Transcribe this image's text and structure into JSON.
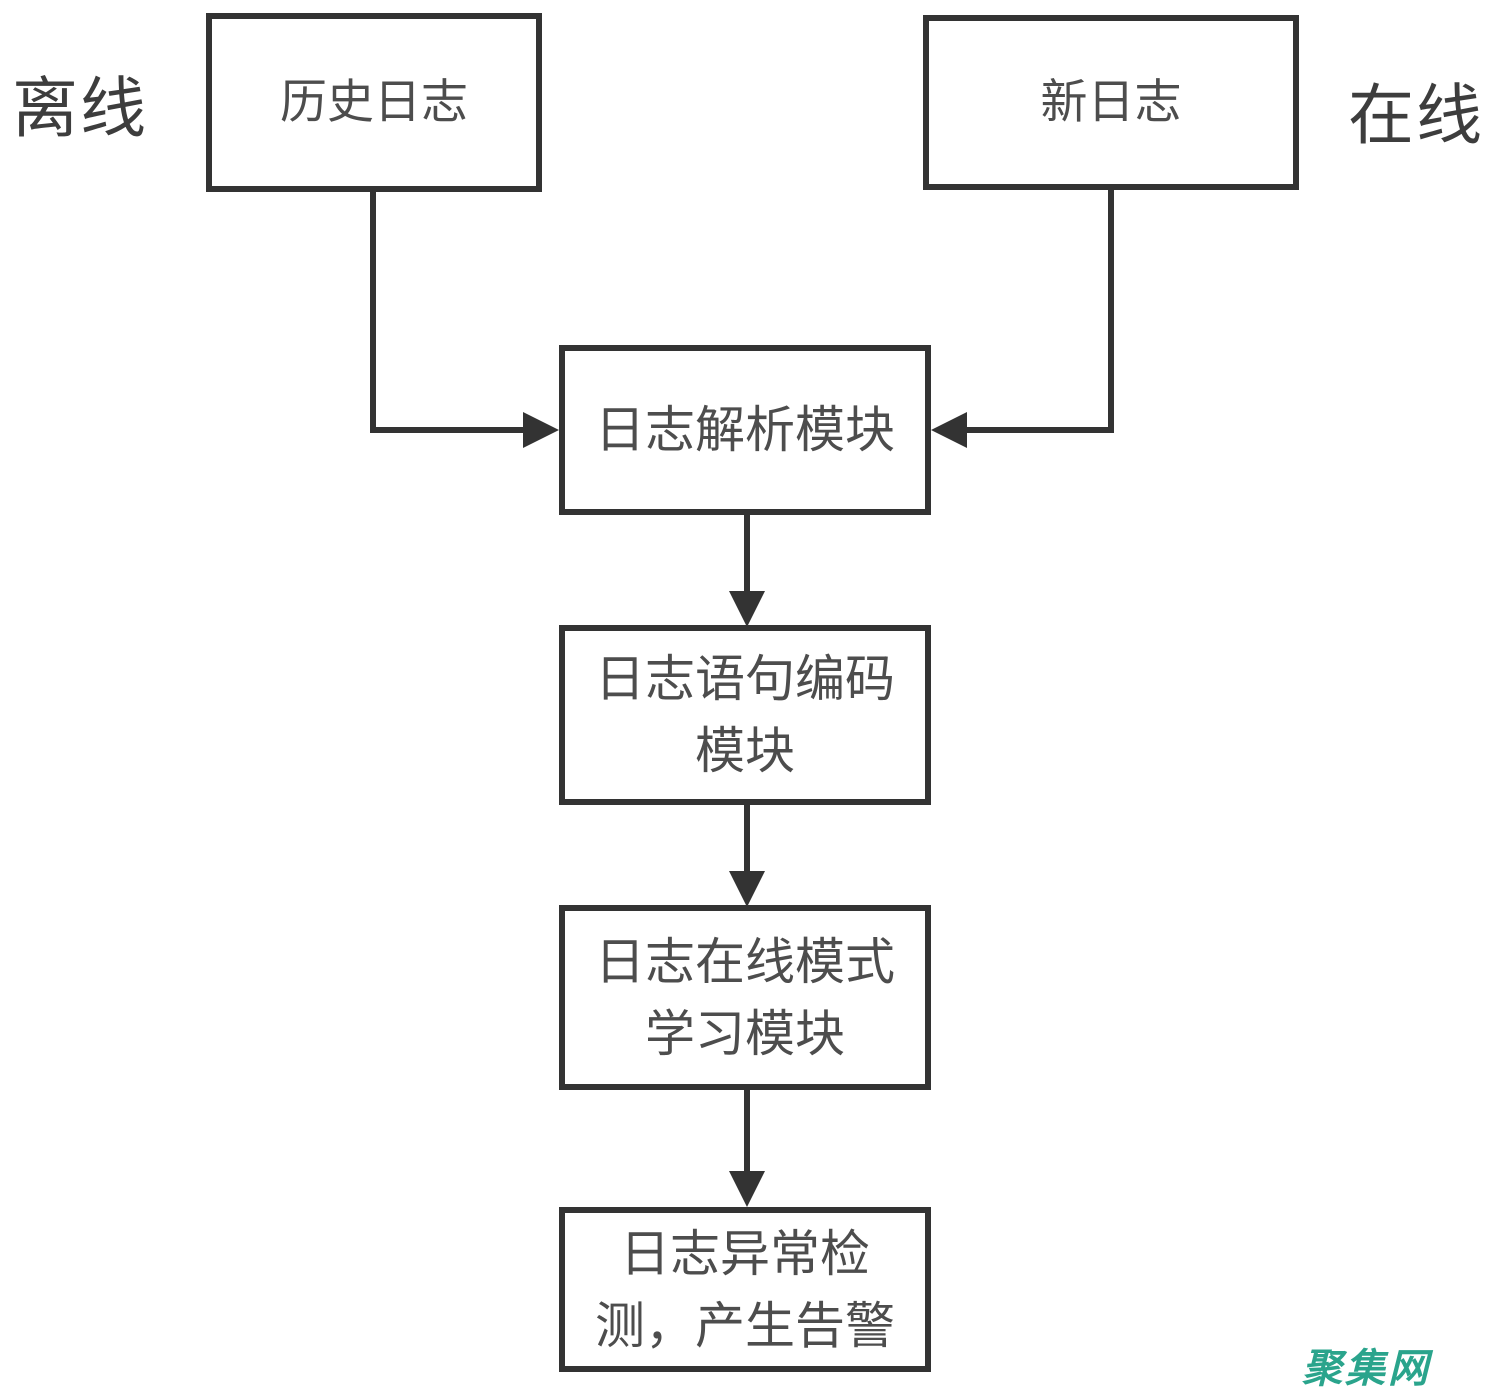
{
  "diagram": {
    "side_labels": {
      "offline": "离线",
      "online": "在线"
    },
    "nodes": [
      {
        "id": "history-log",
        "label": "历史日志"
      },
      {
        "id": "new-log",
        "label": "新日志"
      },
      {
        "id": "log-parse-module",
        "label": "日志解析模块"
      },
      {
        "id": "log-statement-encode-module",
        "label": "日志语句编码\n模块"
      },
      {
        "id": "log-online-pattern-learn-module",
        "label": "日志在线模式\n学习模块"
      },
      {
        "id": "log-anomaly-detect-alert",
        "label": "日志异常检\n测，产生告警"
      }
    ],
    "edges": [
      {
        "from": "history-log",
        "to": "log-parse-module"
      },
      {
        "from": "new-log",
        "to": "log-parse-module"
      },
      {
        "from": "log-parse-module",
        "to": "log-statement-encode-module"
      },
      {
        "from": "log-statement-encode-module",
        "to": "log-online-pattern-learn-module"
      },
      {
        "from": "log-online-pattern-learn-module",
        "to": "log-anomaly-detect-alert"
      }
    ],
    "watermark": "聚集网",
    "colors": {
      "line": "#333333",
      "box_text": "#4d4d4d",
      "label_text": "#3d3d3d",
      "watermark": "#2aa48c",
      "background": "#ffffff"
    }
  }
}
